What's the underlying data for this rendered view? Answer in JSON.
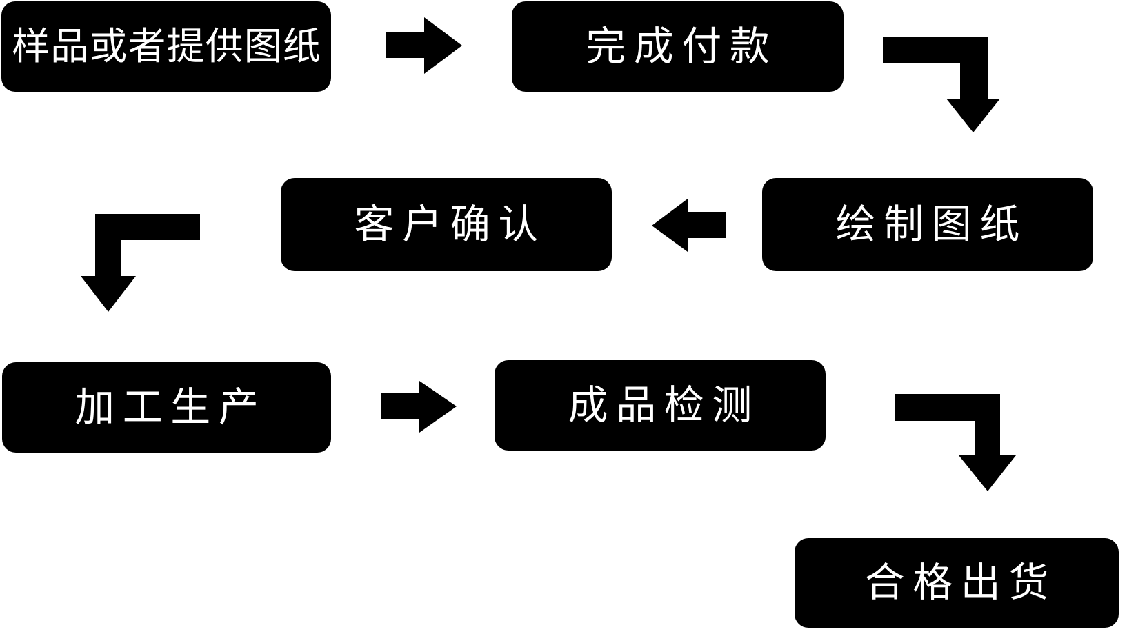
{
  "diagram": {
    "title": "production-process-flowchart",
    "colors": {
      "background": "#ffffff",
      "node_fill": "#000000",
      "node_text": "#ffffff",
      "arrow_fill": "#000000"
    },
    "nodes": [
      {
        "id": "sample",
        "label": "样品或者提供图纸"
      },
      {
        "id": "payment",
        "label": "完成付款"
      },
      {
        "id": "confirm",
        "label": "客户确认"
      },
      {
        "id": "draw",
        "label": "绘制图纸"
      },
      {
        "id": "produce",
        "label": "加工生产"
      },
      {
        "id": "inspect",
        "label": "成品检测"
      },
      {
        "id": "ship",
        "label": "合格出货"
      }
    ],
    "arrows": [
      {
        "from": "sample",
        "to": "payment",
        "shape": "straight-right"
      },
      {
        "from": "payment",
        "to": "draw",
        "shape": "bend-right-down"
      },
      {
        "from": "draw",
        "to": "confirm",
        "shape": "straight-left"
      },
      {
        "from": "confirm",
        "to": "produce",
        "shape": "bend-left-down"
      },
      {
        "from": "produce",
        "to": "inspect",
        "shape": "straight-right"
      },
      {
        "from": "inspect",
        "to": "ship",
        "shape": "bend-right-down"
      }
    ]
  }
}
